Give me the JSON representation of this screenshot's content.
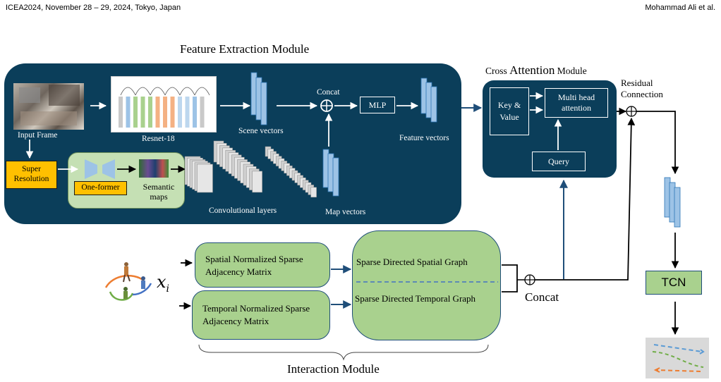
{
  "header": {
    "conference": "ICEA2024, November 28 – 29, 2024, Tokyo, Japan",
    "authors": "Mohammad Ali et al."
  },
  "diagram": {
    "feature_extraction_title": "Feature Extraction Module",
    "input_frame": "Input Frame",
    "resnet": "Resnet-18",
    "scene_vectors": "Scene vectors",
    "concat_top": "Concat",
    "mlp": "MLP",
    "feature_vectors": "Feature vectors",
    "super_resolution": "Super Resolution",
    "one_former": "One-former",
    "semantic_maps": "Semantic maps",
    "conv_layers": "Convolutional layers",
    "map_vectors": "Map vectors",
    "cross_attention_title_prefix": "Cross ",
    "cross_attention_title_main": "Attention",
    "cross_attention_title_suffix": " Module",
    "key_value": "Key & Value",
    "multi_head": "Multi head attention",
    "query": "Query",
    "residual_connection": "Residual Connection",
    "tcn": "TCN",
    "spatial_matrix": "Spatial Normalized Sparse Adjacency Matrix",
    "temporal_matrix": "Temporal Normalized Sparse Adjacency Matrix",
    "spatial_graph": "Sparse Directed Spatial Graph",
    "temporal_graph": "Sparse Directed Temporal Graph",
    "concat_bottom": "Concat",
    "interaction_title": "Interaction Module",
    "xi_symbol": "x",
    "xi_sub": "i"
  },
  "colors": {
    "panel": "#0b3e5a",
    "orange": "#ffc000",
    "green": "#a9d18e",
    "vector_blue": "#9dc3e6"
  }
}
